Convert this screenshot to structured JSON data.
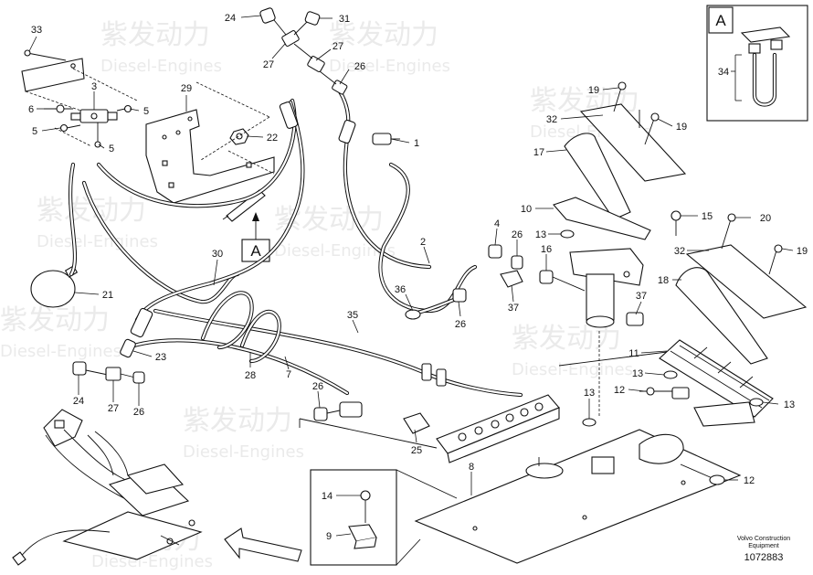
{
  "watermark": {
    "brand": "紫发动力",
    "sub": "Diesel-Engines"
  },
  "callouts": {
    "c33": "33",
    "c24a": "24",
    "c31": "31",
    "c27a": "27",
    "c27b": "27",
    "c26a": "26",
    "c3": "3",
    "c29": "29",
    "c6": "6",
    "c5a": "5",
    "c5b": "5",
    "c5c": "5",
    "c22": "22",
    "c1": "1",
    "c21": "21",
    "c30": "30",
    "c2": "2",
    "c4": "4",
    "c26b": "26",
    "c16": "16",
    "c36": "36",
    "c26c": "26",
    "c37a": "37",
    "c37b": "37",
    "c35": "35",
    "c23": "23",
    "c28": "28",
    "c7": "7",
    "c24b": "24",
    "c27c": "27",
    "c26d": "26",
    "c26e": "26",
    "c25": "25",
    "c13a": "13",
    "c13b": "13",
    "c13c": "13",
    "c13d": "13",
    "c12a": "12",
    "c12b": "12",
    "c8": "8",
    "c14": "14",
    "c9": "9",
    "c10": "10",
    "c15": "15",
    "c17": "17",
    "c19a": "19",
    "c19b": "19",
    "c19c": "19",
    "c32a": "32",
    "c32b": "32",
    "c20": "20",
    "c18": "18",
    "c11": "11",
    "c34": "34"
  },
  "view_marker": {
    "letter": "A"
  },
  "detail_box": {
    "letter": "A"
  },
  "footer": {
    "line1": "Volvo Construction",
    "line2": "Equipment",
    "number": "1072883"
  }
}
